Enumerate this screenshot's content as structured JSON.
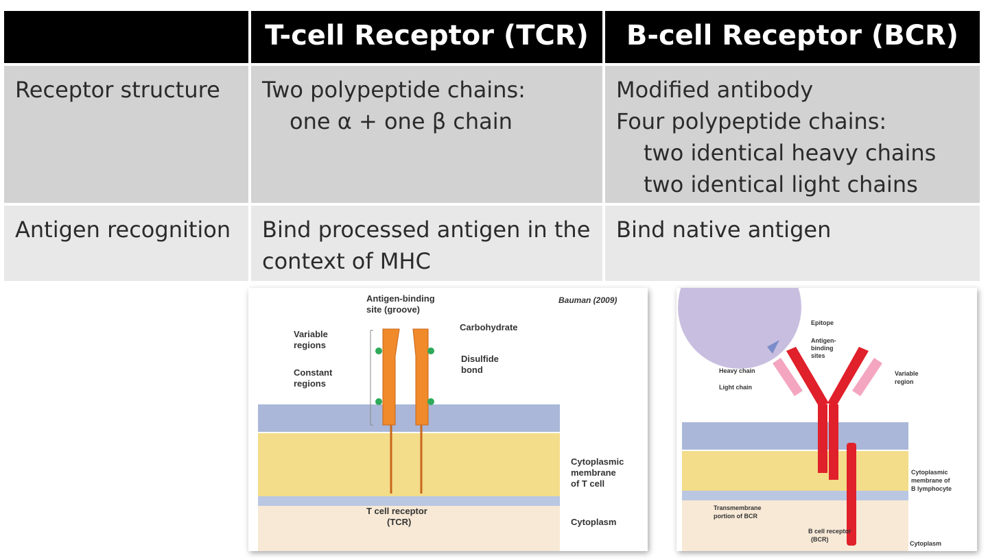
{
  "table": {
    "headers": [
      "",
      "T-cell Receptor (TCR)",
      "B-cell Receptor (BCR)"
    ],
    "row1": {
      "label": "Receptor structure",
      "tcr_line1": "Two polypeptide chains:",
      "tcr_line2": "one α + one β chain",
      "bcr_line1": "Modified antibody",
      "bcr_line2": "Four polypeptide chains:",
      "bcr_line3": "two identical heavy chains",
      "bcr_line4": "two identical light chains"
    },
    "row2": {
      "label": "Antigen recognition",
      "tcr": "Bind processed antigen in the context of MHC",
      "bcr": "Bind native antigen"
    }
  },
  "figure_tcr": {
    "credit": "Bauman (2009)",
    "antigen_binding_1": "Antigen-binding",
    "antigen_binding_2": "site (groove)",
    "carbohydrate": "Carbohydrate",
    "variable_1": "Variable",
    "variable_2": "regions",
    "disulfide_1": "Disulfide",
    "disulfide_2": "bond",
    "constant_1": "Constant",
    "constant_2": "regions",
    "membrane_1": "Cytoplasmic",
    "membrane_2": "membrane",
    "membrane_3": "of T cell",
    "tcr_1": "T cell receptor",
    "tcr_2": "(TCR)",
    "cytoplasm": "Cytoplasm"
  },
  "figure_bcr": {
    "epitope": "Epitope",
    "antigen_binding_1": "Antigen-",
    "antigen_binding_2": "binding",
    "antigen_binding_3": "sites",
    "heavy_chain": "Heavy chain",
    "light_chain": "Light chain",
    "variable_1": "Variable",
    "variable_2": "region",
    "membrane_1": "Cytoplasmic",
    "membrane_2": "membrane of",
    "membrane_3": "B lymphocyte",
    "transmembrane_1": "Transmembrane",
    "transmembrane_2": "portion of BCR",
    "bcr_1": "B cell receptor",
    "bcr_2": "(BCR)",
    "cytoplasm": "Cytoplasm"
  },
  "colors": {
    "header_bg": "#000000",
    "row1_bg": "#d2d2d2",
    "row2_bg": "#e8e8e8",
    "tcr_chain": "#f08a2a",
    "bcr_heavy": "#e0202a",
    "bcr_light": "#f4a6c0"
  }
}
